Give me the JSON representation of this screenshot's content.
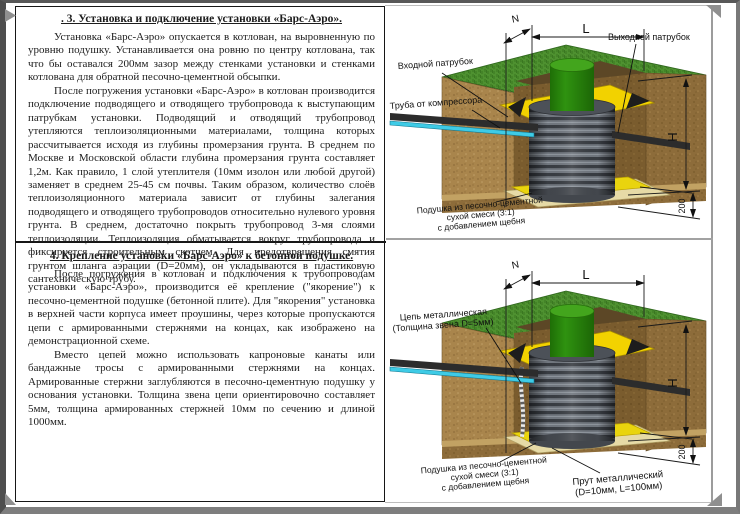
{
  "sections": [
    {
      "heading": ". 3. Установка и подключение установки «Барс-Аэро».",
      "paragraphs": [
        "Установка «Барс-Аэро» опускается в котлован, на выровненную по уровню подушку. Устанавливается она ровню по центру котлована, так что бы оставался 200мм зазор между стенками установки и стенками котлована для обратной песочно-цементной обсыпки.",
        "После погружения установки «Барс-Аэро» в котлован производится подключение подводящего и отводящего трубопровода к выступающим патрубкам установки. Подводящий и отводящий трубопровод утепляются теплоизоляционными материалами, толщина которых рассчитывается исходя из глубины промерзания грунта. В среднем по Москве и Московской области глубина промерзания грунта составляет 1,2м. Как правило, 1 слой утеплителя (10мм изолон или любой другой) заменяет в среднем 25-45 см почвы. Таким образом, количество слоёв теплоизоляционного материала зависит от глубины залегания подводящего и отводящего трубопроводов относительно нулевого уровня грунта. В среднем, достаточно покрыть трубопровод 3-мя слоями теплоизоляции. Теплоизоляция обматывается вокруг трубопровода и фиксируется строительным скотчем. Для предотвращения смятия грунтом шланга аэрации (D=20мм), он укладываются в пластиковую сантехническую трубу."
      ],
      "diagram": {
        "dim_n": "N",
        "dim_l": "L",
        "dim_h": "H",
        "dim_200": "200",
        "label_inlet": "Входной патрубок",
        "label_compressor": "Труба от компрессора",
        "label_outlet": "Выходной патрубок",
        "cushion_lines": [
          "Подушка из песочно-цементной",
          "сухой смеси (3:1)",
          "с добавлением щебня"
        ]
      }
    },
    {
      "heading": "4. Крепление установки «Барс-Аэро» к бетонной подушке.",
      "paragraphs": [
        "После погружения в котлован и подключения к трубопроводам установки «Барс-Аэро», производится её крепление (\"якорение\") к песочно-цементной подушке (бетонной плите). Для \"якорения\" установка в верхней части корпуса имеет проушины, через которые пропускаются цепи с армированными стержнями на концах, как изображено на демонстрационной схеме.",
        "Вместо цепей можно использовать капроновые канаты или бандажные тросы с армированными стержнями на концах. Армированные стержни заглубляются в песочно-цементную подушку у основания установки. Толщина звена цепи ориентировочно составляет 5мм, толщина армированных стержней 10мм по сечению и длиной 1000мм."
      ],
      "diagram": {
        "dim_n": "N",
        "dim_l": "L",
        "dim_h": "H",
        "dim_200": "200",
        "chain_lines": [
          "Цепь металлическая",
          "(Толщина звена D=5мм)"
        ],
        "cushion_lines": [
          "Подушка из песочно-цементной",
          "сухой смеси (3:1)",
          "с добавлением щебня"
        ],
        "rod_lines": [
          "Прут металлический",
          "(D=10мм, L=100мм)"
        ]
      }
    }
  ],
  "colors": {
    "grass": "#4e9130",
    "soil_light": "#a9854c",
    "soil_dark": "#8d6c3a",
    "soil_inner": "#7a5c2e",
    "tank_ring_light": "#71777f",
    "tank_ring_dark": "#383c42",
    "lid_green": "#2f9210",
    "collar_yellow": "#f2d200",
    "pad_sand": "#e6daa6",
    "pipe_dark": "#2c2c2c",
    "compressor_pipe_cyan": "#3ecbe6",
    "frame_gray": "#7e7e7e"
  }
}
